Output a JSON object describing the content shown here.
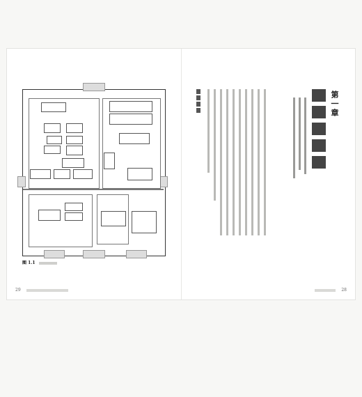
{
  "left_page": {
    "folio_number": "29"
  },
  "right_page": {
    "chapter_number": "第一章",
    "folio_number": "28"
  },
  "figure": {
    "number": "图 1.1"
  }
}
